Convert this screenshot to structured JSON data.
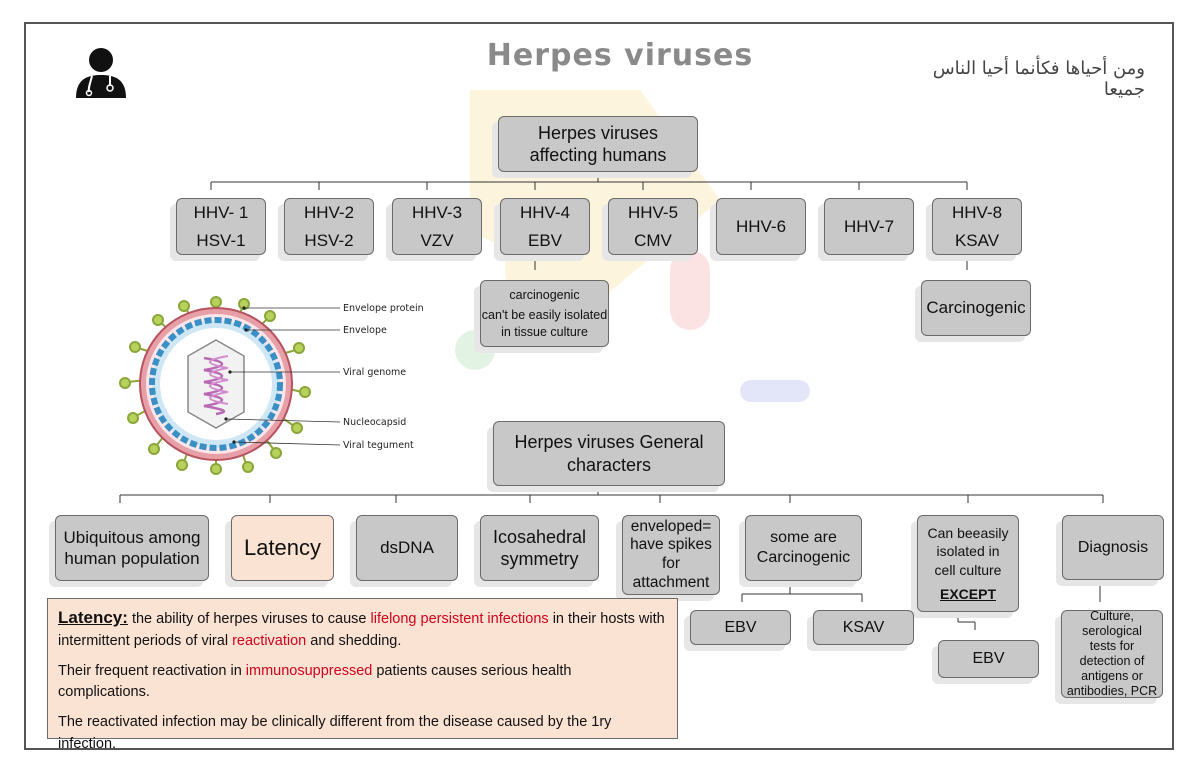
{
  "title": "Herpes viruses",
  "quote": "ومن أحياها فكأنما أحيا الناس جميعا",
  "root": {
    "line1": "Herpes viruses",
    "line2": "affecting humans"
  },
  "types": [
    {
      "top": "HHV- 1",
      "bottom": "HSV-1"
    },
    {
      "top": "HHV-2",
      "bottom": "HSV-2"
    },
    {
      "top": "HHV-3",
      "bottom": "VZV"
    },
    {
      "top": "HHV-4",
      "bottom": "EBV"
    },
    {
      "top": "HHV-5",
      "bottom": "CMV"
    },
    {
      "top": "HHV-6",
      "bottom": ""
    },
    {
      "top": "HHV-7",
      "bottom": ""
    },
    {
      "top": "HHV-8",
      "bottom": "KSAV"
    }
  ],
  "ebv_note": {
    "line1": "carcinogenic",
    "line2": "can't be easily isolated",
    "line3": "in tissue culture"
  },
  "ksav_note": "Carcinogenic",
  "virion_labels": {
    "envelope_protein": "Envelope protein",
    "envelope": "Envelope",
    "viral_genome": "Viral genome",
    "nucleocapsid": "Nucleocapsid",
    "viral_tegument": "Viral tegument"
  },
  "general": {
    "line1": "Herpes viruses General",
    "line2": "characters"
  },
  "characters": {
    "ubiquitous": {
      "line1": "Ubiquitous among",
      "line2": "human population"
    },
    "latency": "Latency",
    "dsdna": "dsDNA",
    "icosahedral": {
      "line1": "Icosahedral",
      "line2": "symmetry"
    },
    "enveloped": {
      "line1": "enveloped=",
      "line2": "have spikes",
      "line3": "for",
      "line4": "attachment"
    },
    "carcinogenic": {
      "line1": "some are",
      "line2": "Carcinogenic"
    },
    "culture": {
      "line1": "Can beeasily",
      "line2": "isolated in",
      "line3": "cell culture",
      "line4": "EXCEPT"
    },
    "diagnosis": "Diagnosis"
  },
  "carcinogenic_examples": [
    "EBV",
    "KSAV"
  ],
  "culture_exception": "EBV",
  "diagnosis_detail": {
    "line1": "Culture,",
    "line2": "serological",
    "line3": "tests for",
    "line4": "detection of",
    "line5": "antigens or",
    "line6": "antibodies, PCR"
  },
  "latency_note": {
    "heading": "Latency:",
    "p1_a": " the ability of herpes viruses to cause ",
    "p1_red1": "lifelong persistent infections",
    "p1_b": " in their hosts with intermittent periods of viral ",
    "p1_red2": "reactivation",
    "p1_c": " and shedding.",
    "p2_a": "Their frequent reactivation in ",
    "p2_red": "immunosuppressed",
    "p2_b": " patients causes serious health complications.",
    "p3": "The reactivated infection may be clinically different from the disease caused by the 1ry infection."
  },
  "colors": {
    "box_fill": "#c8c8c8",
    "latency_fill": "#fbe3d4",
    "highlight": "#d0021b"
  }
}
